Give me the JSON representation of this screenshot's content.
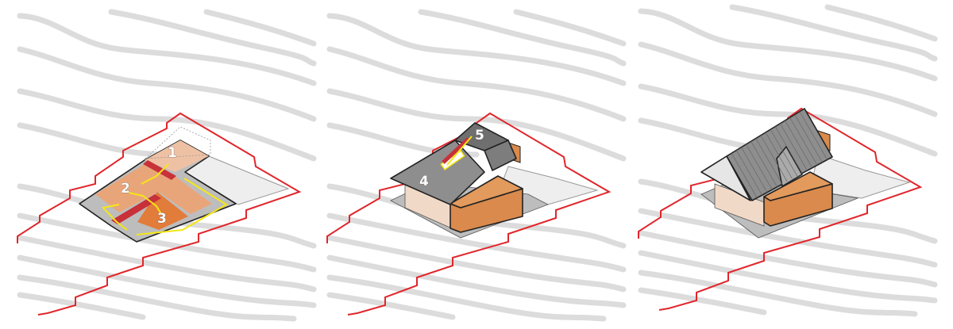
{
  "panels": [
    {
      "name": "ground-floor-plan",
      "labels": [
        "1",
        "2",
        "3"
      ]
    },
    {
      "name": "roof-massing",
      "labels": [
        "4",
        "5"
      ]
    },
    {
      "name": "final-roof",
      "labels": []
    }
  ],
  "colors": {
    "boundary": "#e0262b",
    "contour": "#dcdcdc",
    "slab": "#bdbdbd",
    "room_light": "#efc1a4",
    "room_mid": "#e9a57a",
    "room_dark": "#e27c3a",
    "stairs": "#c8313a",
    "arrow": "#f5e616",
    "roof": "#8e8e8e",
    "roof_dark": "#6f6f6f",
    "timber": "#d98a4c",
    "pad": "#eeeeee"
  }
}
